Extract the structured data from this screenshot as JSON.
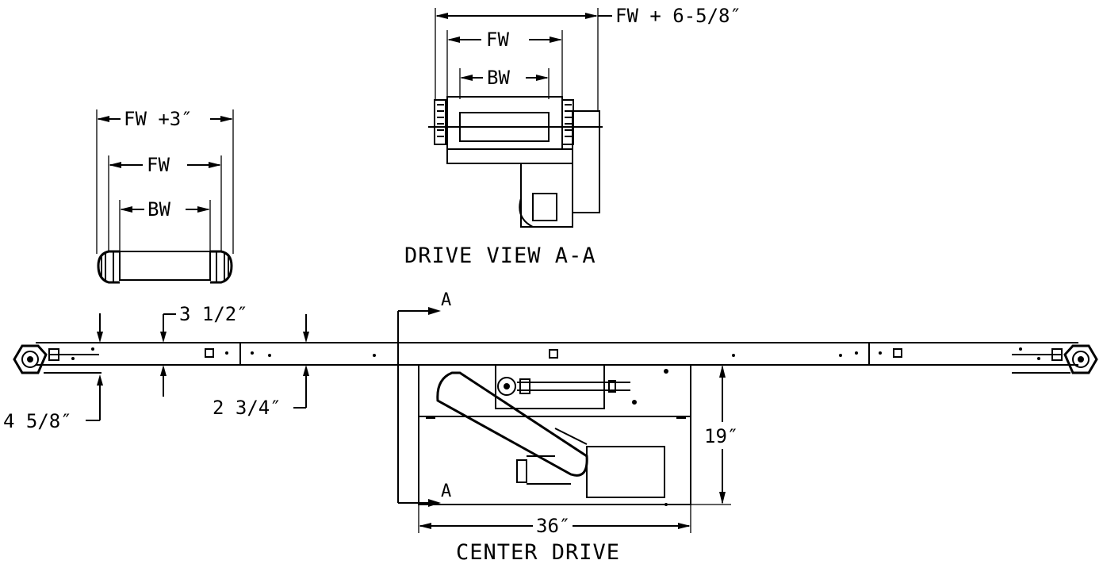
{
  "labels": {
    "fw_plus_3": "FW +3″",
    "fw_left": "FW",
    "bw_left": "BW",
    "fw_plus_658": "FW + 6-5/8″",
    "fw_drive": "FW",
    "bw_drive": "BW",
    "drive_view_caption": "DRIVE VIEW A-A",
    "section_a_top": "A",
    "section_a_bottom": "A",
    "dim_3_half": "3 1/2″",
    "dim_4_5_8": "4 5/8″",
    "dim_2_3_4": "2 3/4″",
    "dim_19": "19″",
    "dim_36": "36″",
    "center_drive_caption": "CENTER DRIVE"
  }
}
